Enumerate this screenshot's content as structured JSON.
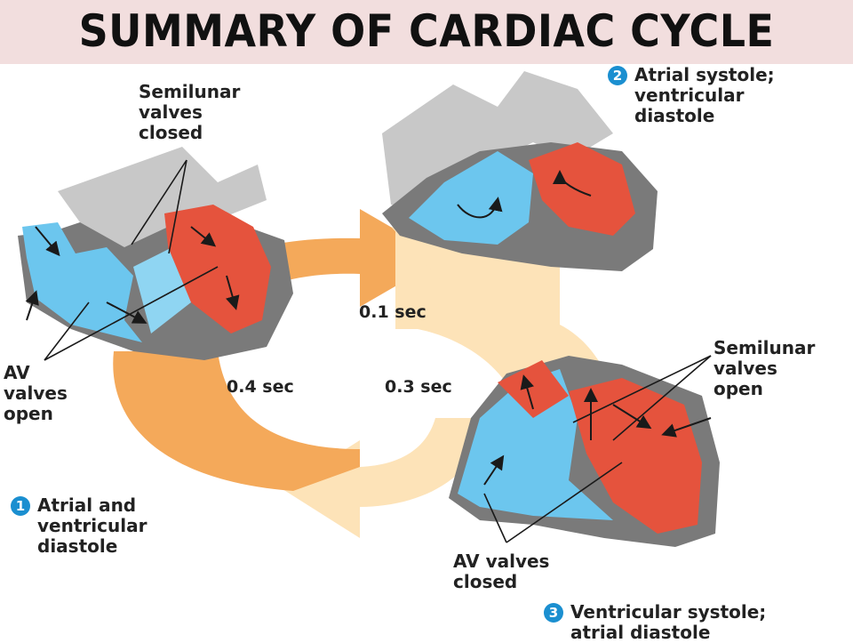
{
  "title": "SUMMARY OF CARDIAC CYCLE",
  "colors": {
    "title_band": "#f2dede",
    "right_heart_blue": "#6cc6ee",
    "left_heart_red": "#e5533d",
    "vessel_gray": "#c8c8c8",
    "wall_gray": "#7a7a7a",
    "arrow_orange": "#f4a95a",
    "arrow_light": "#fde3b8",
    "badge_blue": "#1b8fd0"
  },
  "phases": [
    {
      "number": "1",
      "lines": [
        "Atrial and",
        "ventricular",
        "diastole"
      ]
    },
    {
      "number": "2",
      "lines": [
        "Atrial systole;",
        "ventricular",
        "diastole"
      ]
    },
    {
      "number": "3",
      "lines": [
        "Ventricular systole;",
        "atrial diastole"
      ]
    }
  ],
  "callouts": {
    "semilunar_closed": [
      "Semilunar",
      "valves",
      "closed"
    ],
    "av_open": [
      "AV",
      "valves",
      "open"
    ],
    "semilunar_open": [
      "Semilunar",
      "valves",
      "open"
    ],
    "av_closed": [
      "AV valves",
      "closed"
    ]
  },
  "durations": {
    "phase2": "0.1 sec",
    "phase3": "0.3 sec",
    "phase1": "0.4 sec"
  }
}
